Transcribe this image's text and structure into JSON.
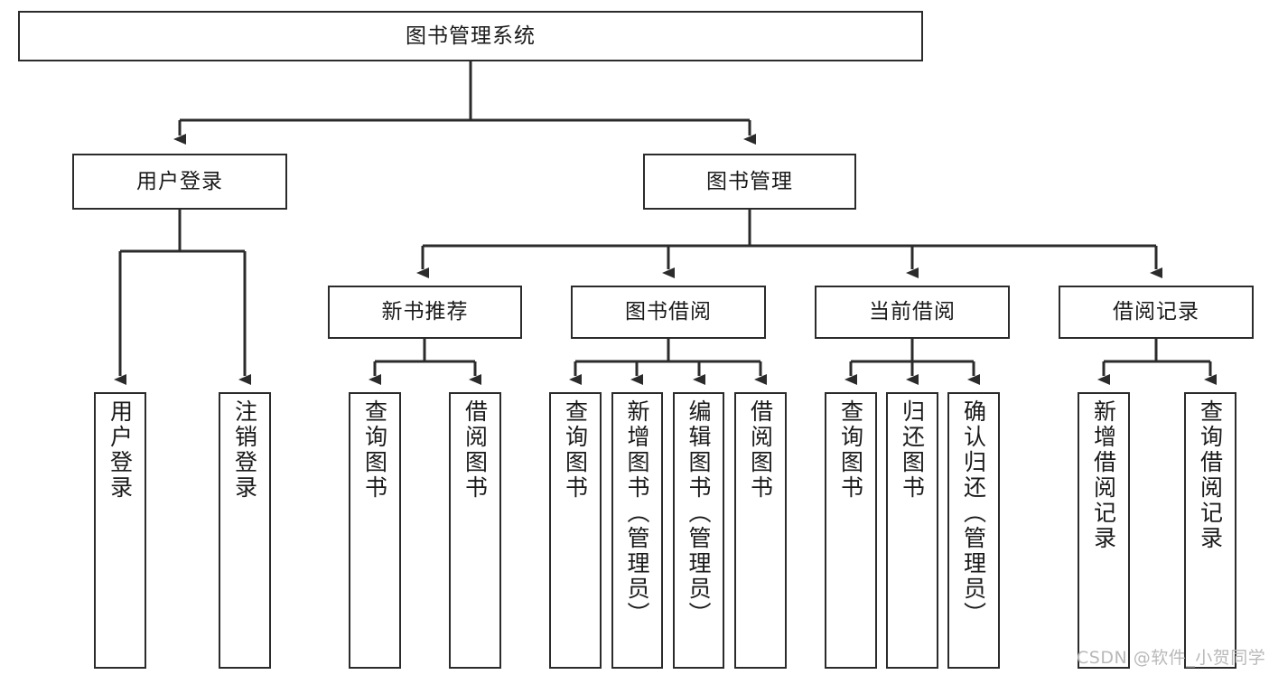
{
  "diagram": {
    "title": "图书管理系统",
    "type": "functional-structure-tree",
    "root": {
      "label": "图书管理系统"
    },
    "level2": [
      {
        "label": "用户登录"
      },
      {
        "label": "图书管理"
      }
    ],
    "level3": [
      {
        "label": "新书推荐"
      },
      {
        "label": "图书借阅"
      },
      {
        "label": "当前借阅"
      },
      {
        "label": "借阅记录"
      }
    ],
    "leaves": [
      {
        "label": "用户登录"
      },
      {
        "label": "注销登录"
      },
      {
        "label": "查询图书"
      },
      {
        "label": "借阅图书"
      },
      {
        "label": "查询图书"
      },
      {
        "label": "新增图书（管理员）"
      },
      {
        "label": "编辑图书（管理员）"
      },
      {
        "label": "借阅图书"
      },
      {
        "label": "查询图书"
      },
      {
        "label": "归还图书"
      },
      {
        "label": "确认归还（管理员）"
      },
      {
        "label": "新增借阅记录"
      },
      {
        "label": "查询借阅记录"
      }
    ]
  },
  "watermark": {
    "text": "CSDN @软件_小贺同学"
  },
  "colors": {
    "stroke": "#2b2b2b",
    "background": "#ffffff",
    "text": "#1a1a1a",
    "watermark": "#b9b9b9"
  }
}
